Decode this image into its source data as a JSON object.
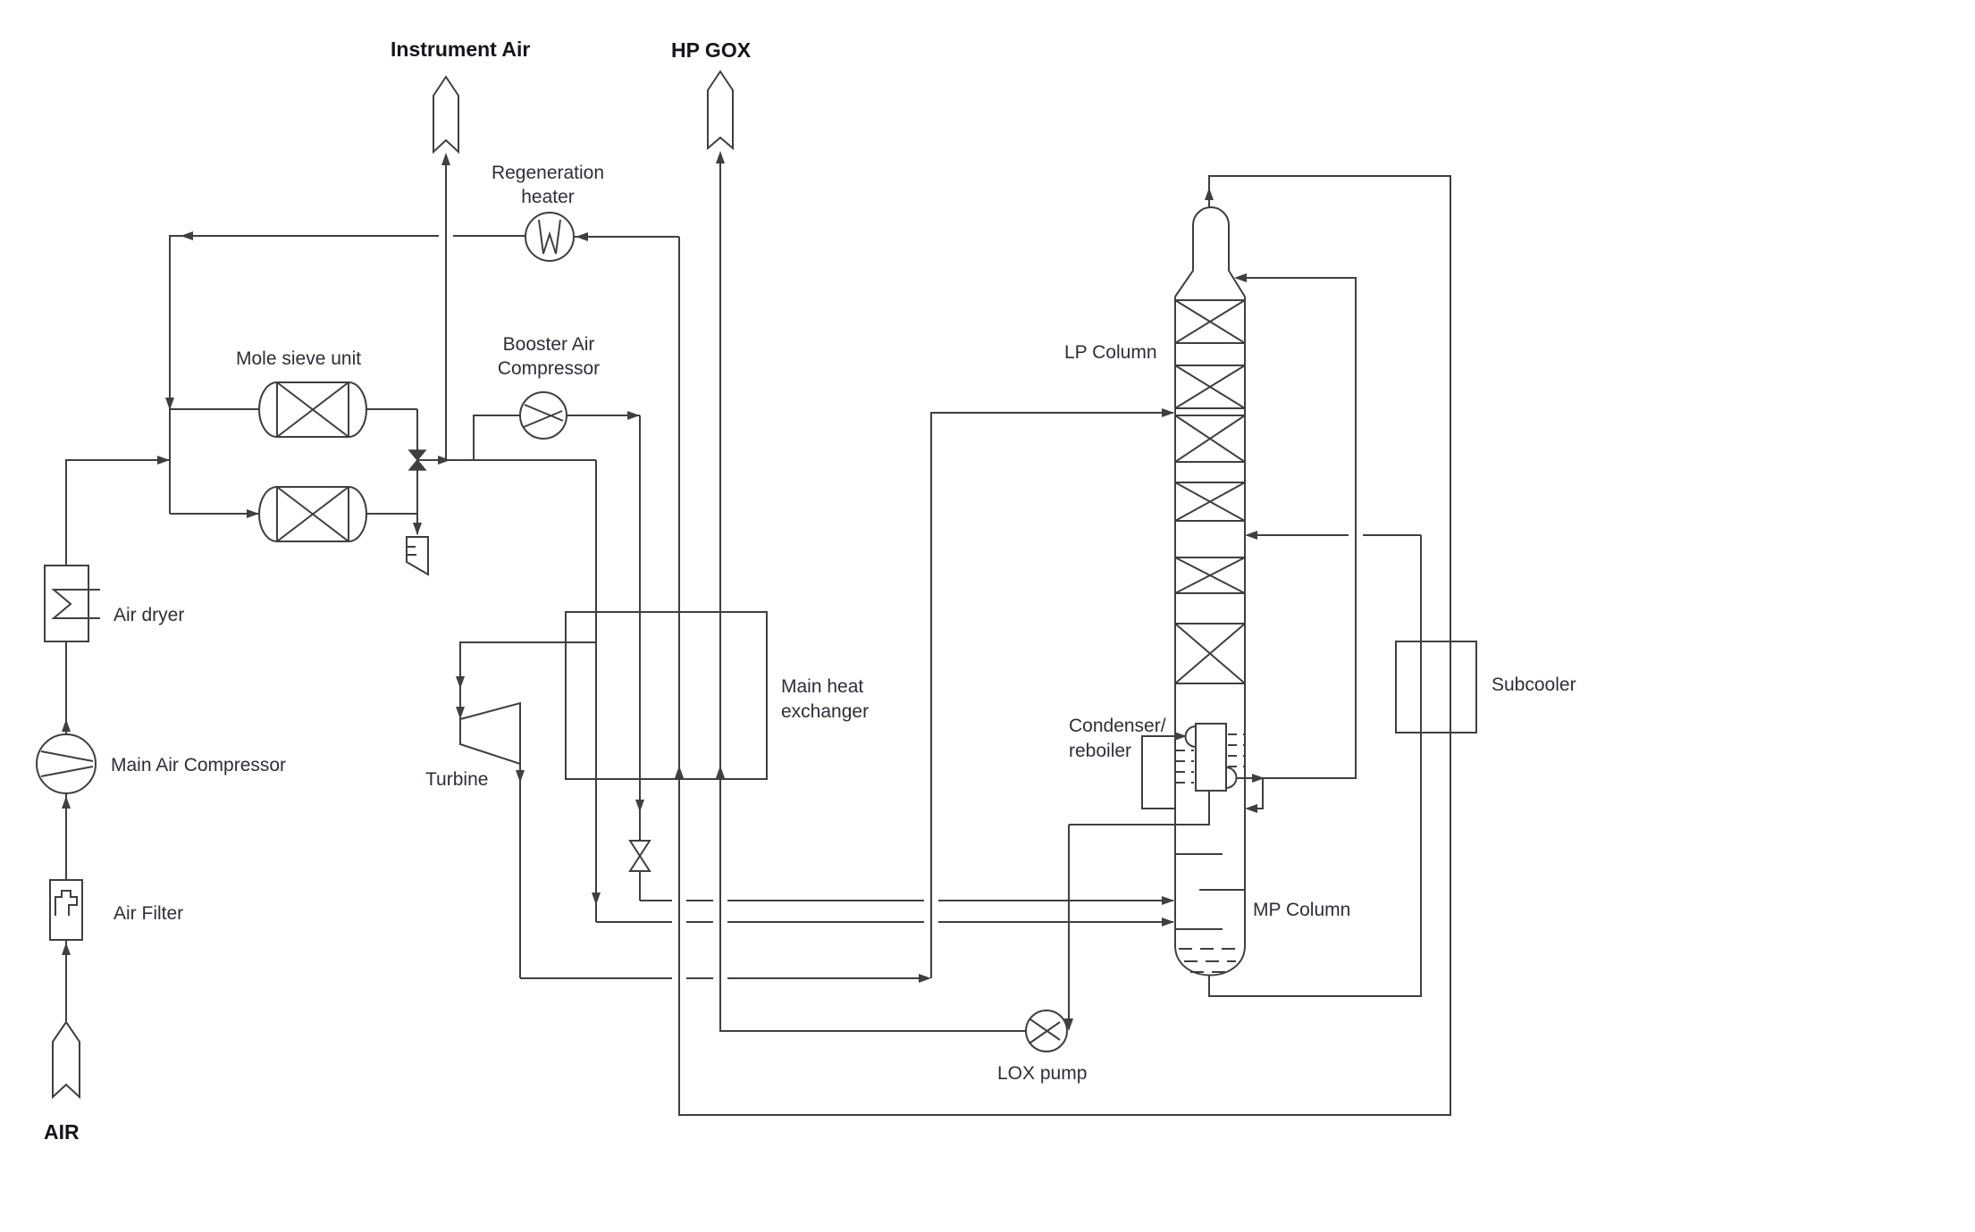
{
  "diagram_type": "process-flow-diagram",
  "subject": "cryogenic air separation unit",
  "colors": {
    "line": "#3f3f3f",
    "text": "#2e2e38",
    "stream_text": "#15151c",
    "background": "#ffffff"
  },
  "streams": {
    "air_inlet": "AIR",
    "instrument_air": "Instrument Air",
    "hp_gox": "HP GOX"
  },
  "labels": {
    "air": "AIR",
    "instrument_air": "Instrument Air",
    "hp_gox": "HP GOX",
    "regeneration_heater": [
      "Regeneration",
      "heater"
    ],
    "mole_sieve_unit": "Mole sieve unit",
    "booster_air_compressor": [
      "Booster Air",
      "Compressor"
    ],
    "air_dryer": "Air dryer",
    "main_air_compressor": "Main Air Compressor",
    "air_filter": "Air Filter",
    "turbine": "Turbine",
    "main_heat_exchanger": [
      "Main heat",
      "exchanger"
    ],
    "lp_column": "LP Column",
    "condenser_reboiler": [
      "Condenser/",
      "reboiler"
    ],
    "mp_column": "MP Column",
    "subcooler": "Subcooler",
    "lox_pump": "LOX pump"
  },
  "equipment": [
    "Air Filter",
    "Main Air Compressor",
    "Air dryer",
    "Mole sieve unit",
    "Regeneration heater",
    "Booster Air Compressor",
    "Main heat exchanger",
    "Turbine",
    "LP Column",
    "MP Column",
    "Condenser/reboiler",
    "Subcooler",
    "LOX pump"
  ]
}
